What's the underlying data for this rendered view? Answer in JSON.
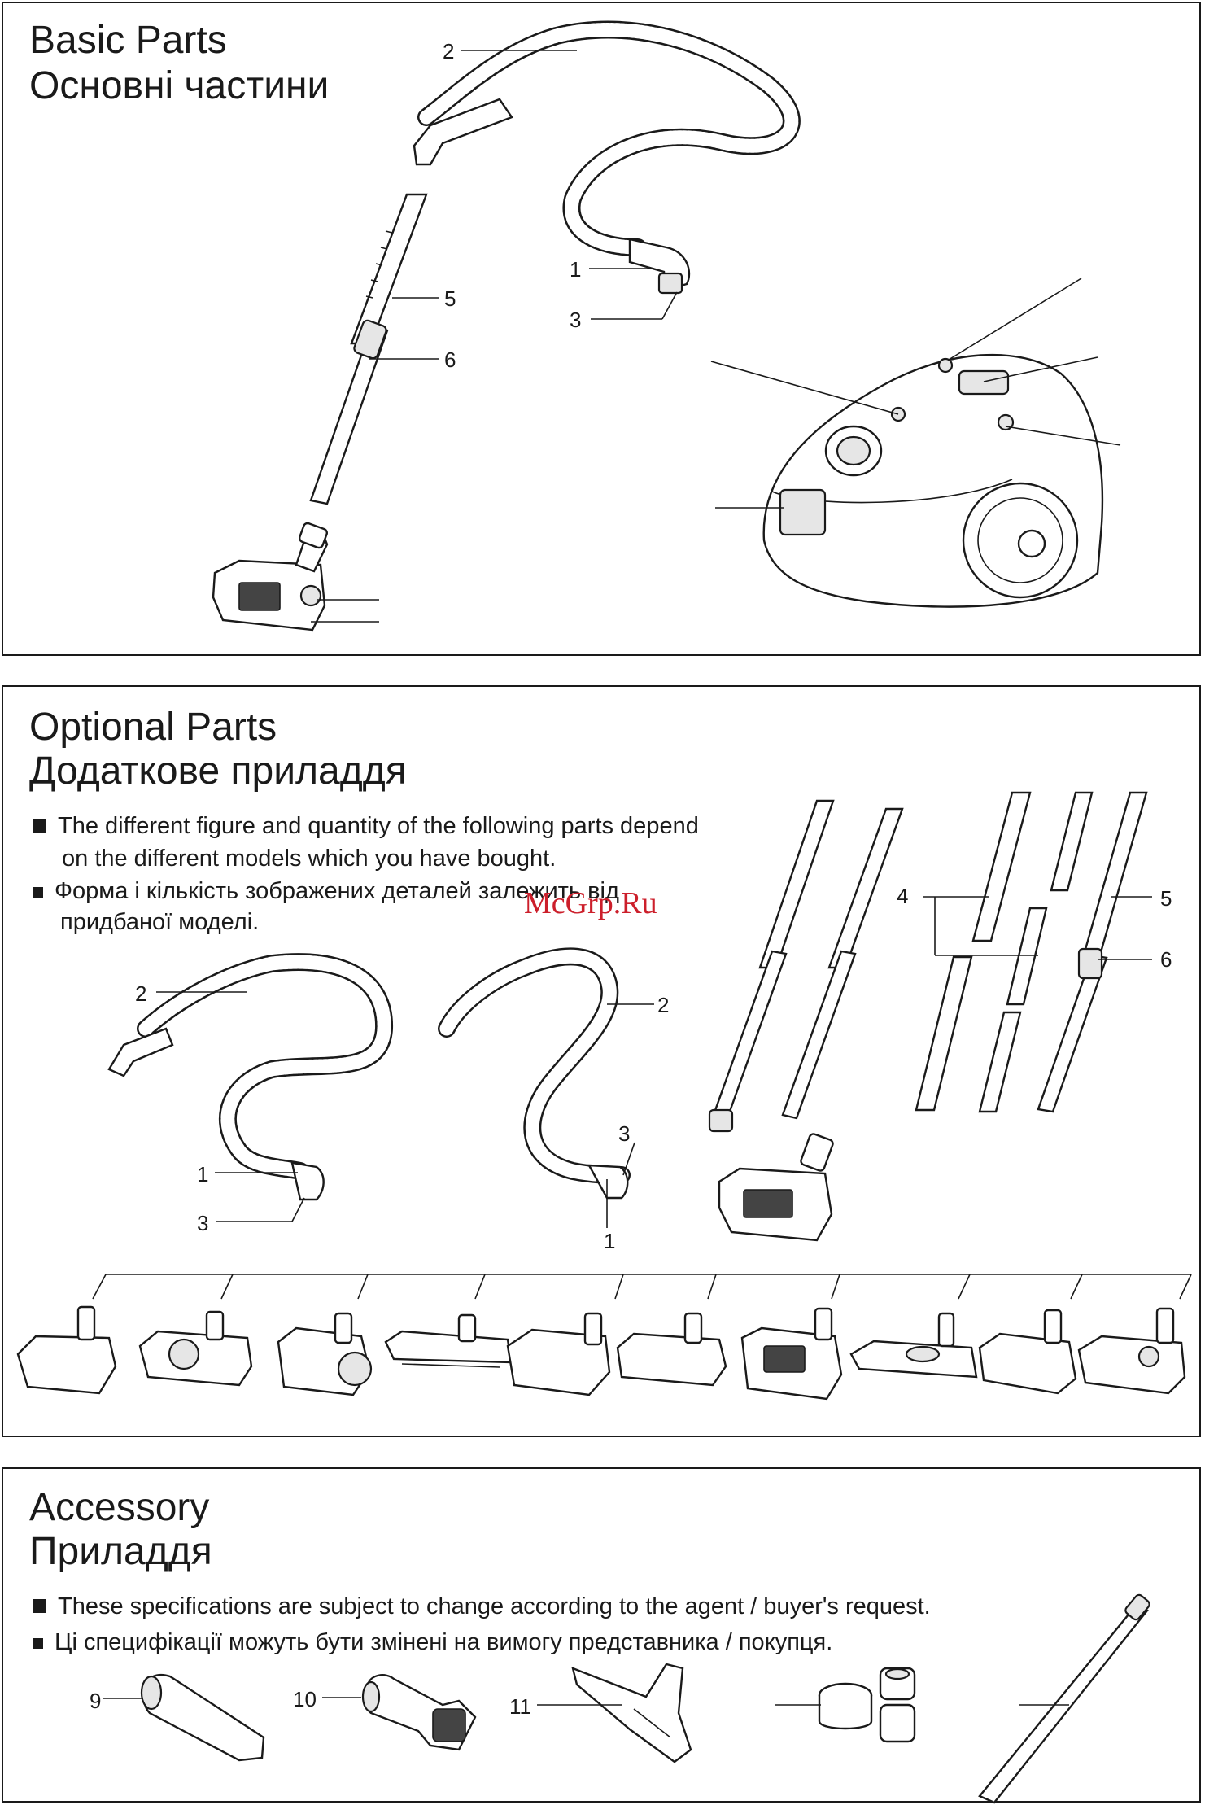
{
  "basic": {
    "title_en": "Basic Parts",
    "title_uk": "Основні частини",
    "callouts": [
      "2",
      "1",
      "3",
      "5",
      "6"
    ]
  },
  "optional": {
    "title_en": "Optional Parts",
    "title_uk": "Додаткове приладдя",
    "note_en_1": "The different figure and quantity of the following parts depend",
    "note_en_2": "on the different models which you have bought.",
    "note_uk_1": "Форма і кількість зображених деталей залежить від",
    "note_uk_2": "придбаної моделі.",
    "watermark": "McGrp.Ru",
    "callouts_left_hose": [
      "2",
      "1",
      "3"
    ],
    "callouts_right_hose": [
      "2",
      "3",
      "1"
    ],
    "callouts_pipes": [
      "4",
      "5",
      "6"
    ]
  },
  "accessory": {
    "title_en": "Accessory",
    "title_uk": "Приладдя",
    "note_en": "These specifications are subject to change according to the agent / buyer's request.",
    "note_uk": "Ці специфікації можуть бути змінені на вимогу представника / покупця.",
    "callouts": [
      "9",
      "10",
      "11"
    ]
  }
}
